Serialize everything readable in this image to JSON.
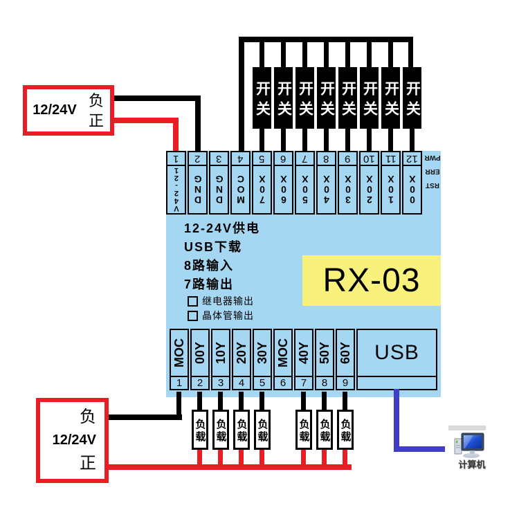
{
  "colors": {
    "board": "#a6d7f2",
    "panel_yellow": "#f8f17c",
    "wire_black": "#000000",
    "wire_red": "#ea1c24",
    "wire_blue": "#3e3ec6",
    "psu_border": "#ea1c24",
    "switch_bg": "#000000"
  },
  "power_supply_top": {
    "voltage": "12/24V",
    "negative_label": "负",
    "positive_label": "正"
  },
  "power_supply_bottom": {
    "voltage": "12/24V",
    "negative_label": "负",
    "positive_label": "正"
  },
  "input_switches": {
    "labels": [
      "开关",
      "开关",
      "开关",
      "开关",
      "开关",
      "开关",
      "开关",
      "开关"
    ]
  },
  "output_loads": {
    "labels": [
      "负载",
      "负载",
      "负载",
      "负载",
      "负载",
      "负载",
      "负载"
    ]
  },
  "board": {
    "model": "RX-03",
    "usb_label": "USB",
    "status_labels": [
      "PWR",
      "ERR",
      "RST"
    ],
    "info_lines": [
      "12-24V供电",
      "USB下载",
      "8路输入",
      "7路输出"
    ],
    "output_type_options": [
      "继电器输出",
      "晶体管输出"
    ],
    "top_terminals": [
      {
        "num": "1",
        "label": "12-24V"
      },
      {
        "num": "2",
        "label": "GND"
      },
      {
        "num": "3",
        "label": "GND"
      },
      {
        "num": "4",
        "label": "COM"
      },
      {
        "num": "5",
        "label": "X07"
      },
      {
        "num": "6",
        "label": "X06"
      },
      {
        "num": "7",
        "label": "X05"
      },
      {
        "num": "8",
        "label": "X04"
      },
      {
        "num": "9",
        "label": "X03"
      },
      {
        "num": "10",
        "label": "X02"
      },
      {
        "num": "11",
        "label": "X01"
      },
      {
        "num": "12",
        "label": "X00"
      }
    ],
    "bottom_terminals": [
      {
        "num": "1",
        "label": "COM"
      },
      {
        "num": "2",
        "label": "Y00"
      },
      {
        "num": "3",
        "label": "Y01"
      },
      {
        "num": "4",
        "label": "Y02"
      },
      {
        "num": "5",
        "label": "Y03"
      },
      {
        "num": "6",
        "label": "COM"
      },
      {
        "num": "7",
        "label": "Y04"
      },
      {
        "num": "8",
        "label": "Y05"
      },
      {
        "num": "9",
        "label": "Y06"
      }
    ]
  },
  "desktop": {
    "computer_icon_label": "计算机"
  }
}
